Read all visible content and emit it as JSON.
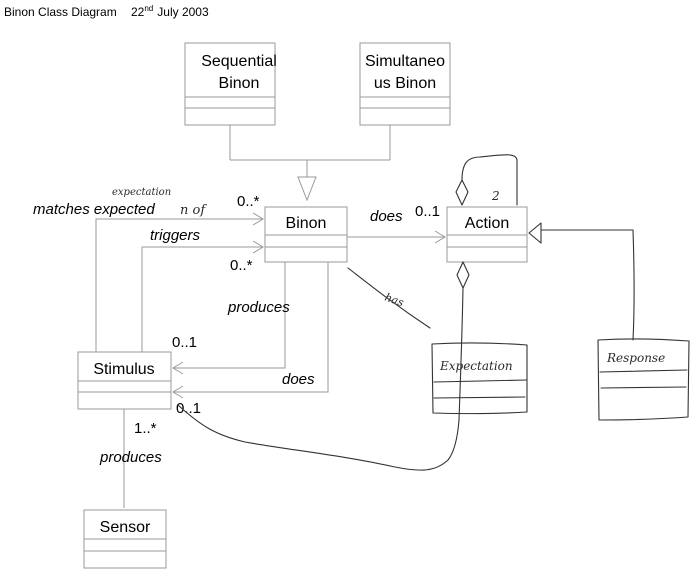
{
  "title": "Binon Class Diagram",
  "date": {
    "day": "22",
    "suffix": "nd",
    "rest": "July 2003"
  },
  "classes": {
    "sequential_binon": {
      "line1": "Sequential",
      "line2": "Binon"
    },
    "simultaneous_binon": {
      "line1": "Simultaneo",
      "line2": "us Binon"
    },
    "binon": {
      "name": "Binon"
    },
    "action": {
      "name": "Action"
    },
    "stimulus": {
      "name": "Stimulus"
    },
    "sensor": {
      "name": "Sensor"
    }
  },
  "labels": {
    "matches_expected": "matches expected",
    "triggers": "triggers",
    "does_binon_action": "does",
    "produces_binon_stimulus": "produces",
    "does_stimulus": "does",
    "produces_sensor": "produces"
  },
  "multiplicities": {
    "binon_matches": "0..*",
    "binon_triggers": "0..*",
    "action_does": "0..1",
    "stimulus_top": "0..1",
    "stimulus_bottom": "0..1",
    "sensor_produces": "1..*"
  },
  "handwritten": {
    "expectation_above": "expectation",
    "n_of": "n of",
    "has": "has",
    "expectation_box": "Expectation",
    "response_box": "Response",
    "self_loop_mult": "2"
  }
}
